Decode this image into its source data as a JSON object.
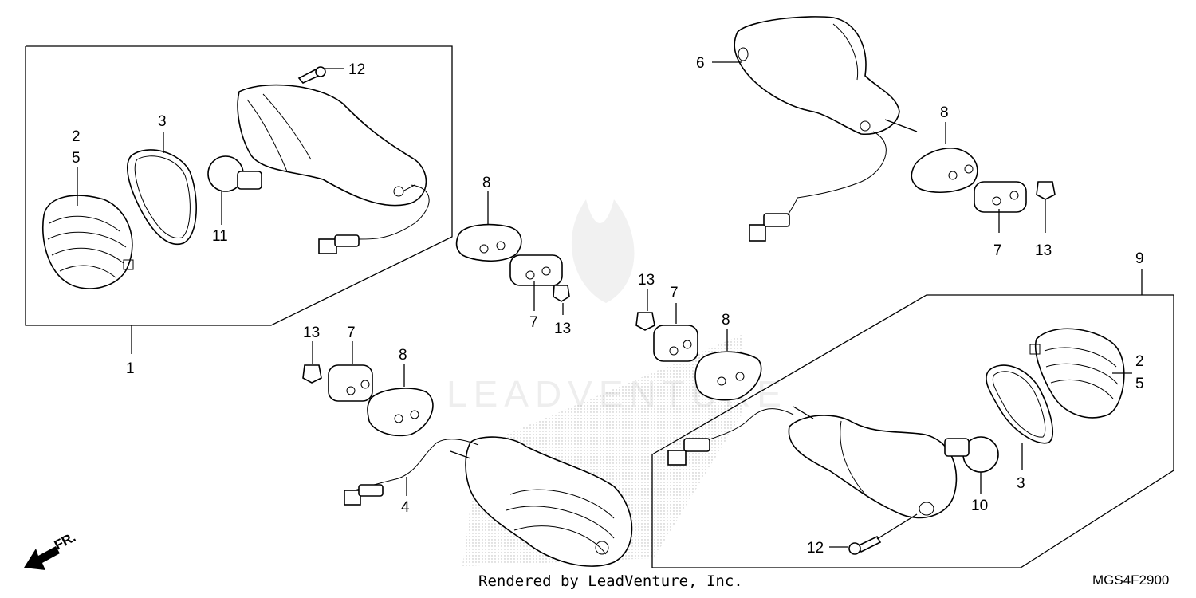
{
  "callouts": {
    "c1": "1",
    "c2a": "2",
    "c5a": "5",
    "c3a": "3",
    "c11": "11",
    "c12a": "12",
    "c8a": "8",
    "c7a": "7",
    "c13a": "13",
    "c13b": "13",
    "c7b": "7",
    "c8b": "8",
    "c13c": "13",
    "c7c": "7",
    "c8c": "8",
    "c6": "6",
    "c8d": "8",
    "c7d": "7",
    "c13d": "13",
    "c9": "9",
    "c2b": "2",
    "c5b": "5",
    "c3b": "3",
    "c10": "10",
    "c12b": "12",
    "c4": "4"
  },
  "direction_label": "FR.",
  "watermark": "LEADVENTURE",
  "footer": {
    "credit": "Rendered by LeadVenture, Inc.",
    "diagram_code": "MGS4F2900"
  }
}
